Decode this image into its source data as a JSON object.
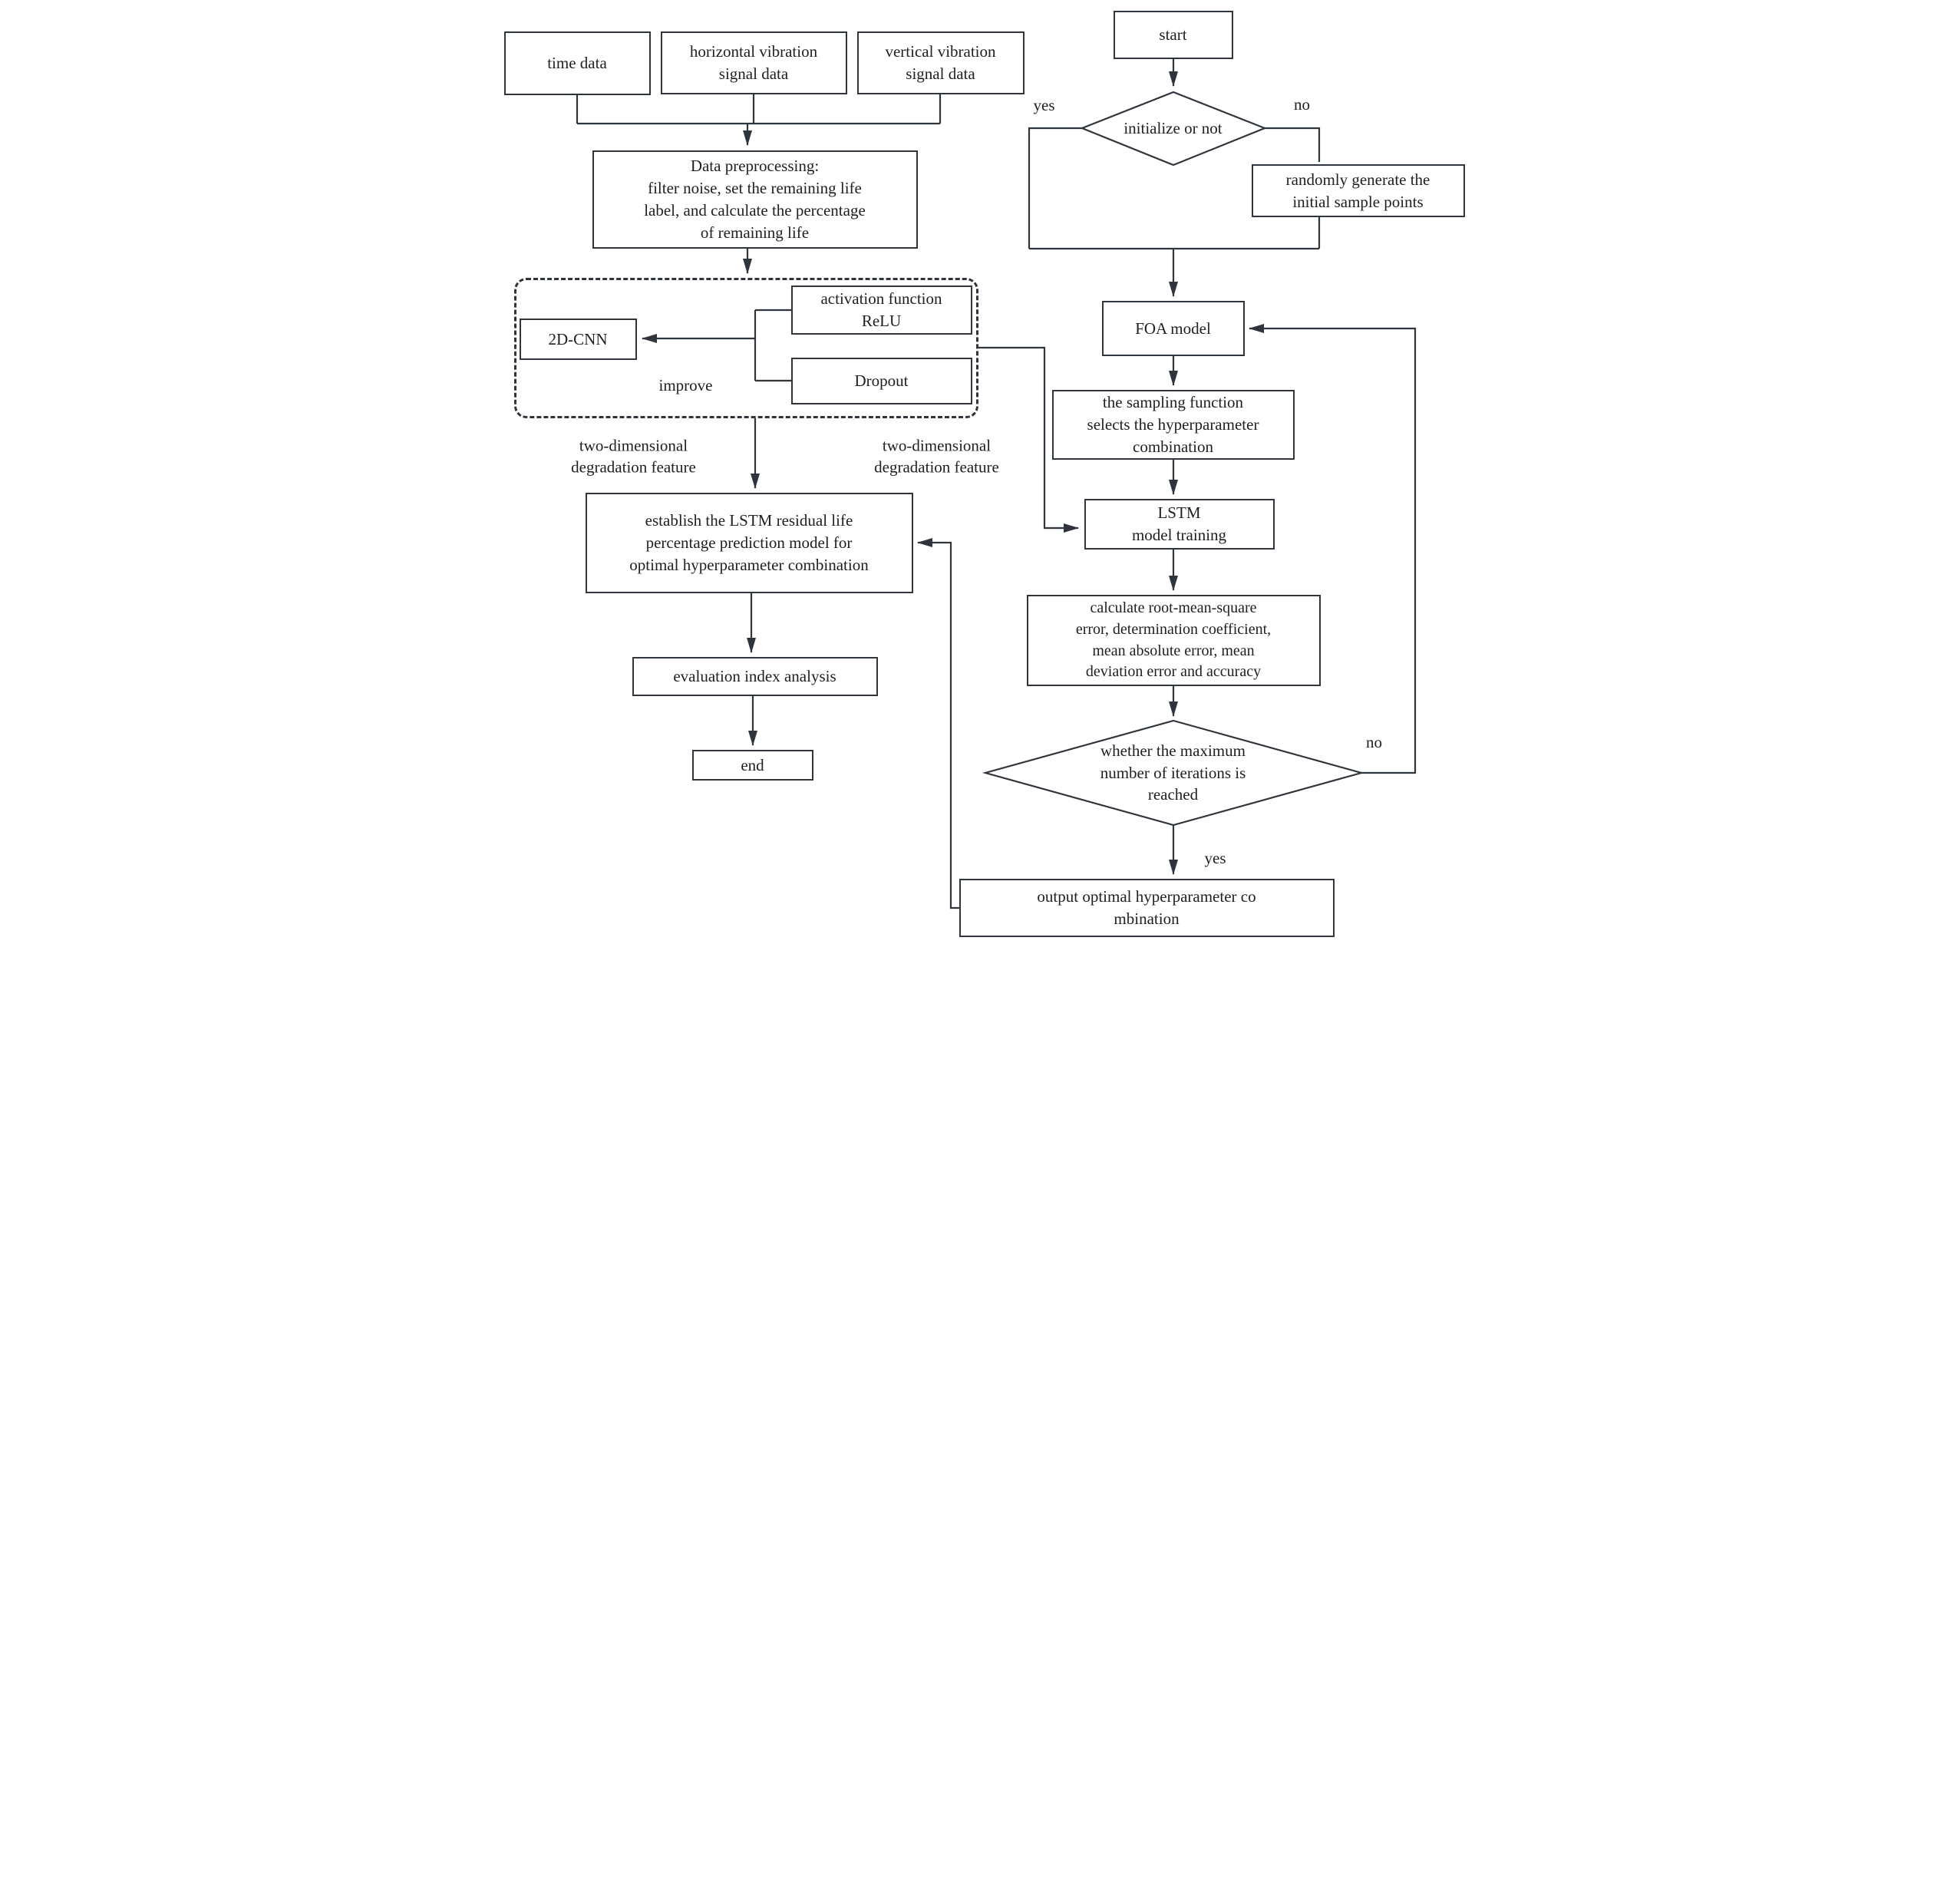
{
  "nodes": {
    "time_data": "time data",
    "horizontal_vibration": "horizontal vibration\nsignal data",
    "vertical_vibration": "vertical vibration\nsignal data",
    "data_preprocessing": "Data preprocessing:\nfilter noise, set the remaining life\nlabel, and calculate the percentage\nof remaining life",
    "cnn_2d": "2D-CNN",
    "activation_relu": "activation function\nReLU",
    "dropout": "Dropout",
    "establish_lstm": "establish the LSTM residual life\npercentage prediction model for\noptimal hyperparameter combination",
    "evaluation_index": "evaluation index analysis",
    "end": "end",
    "start": "start",
    "initialize_decision": "initialize or not",
    "randomly_generate": "randomly generate the\ninitial sample points",
    "foa_model": "FOA model",
    "sampling_function": "the sampling function\nselects the hyperparameter\ncombination",
    "lstm_training": "LSTM\nmodel training",
    "calculate_metrics": "calculate root-mean-square\nerror, determination coefficient,\nmean absolute error, mean\ndeviation error and accuracy",
    "iterations_decision": "whether the maximum\nnumber of iterations is\nreached",
    "output_optimal": "output optimal hyperparameter co\nmbination"
  },
  "labels": {
    "yes_init": "yes",
    "no_init": "no",
    "improve": "improve",
    "feature_left": "two-dimensional\ndegradation feature",
    "feature_right": "two-dimensional\ndegradation feature",
    "no_iterations": "no",
    "yes_iterations": "yes"
  },
  "colors": {
    "line": "#2f353d",
    "text": "#1f1f1f",
    "background": "#ffffff"
  }
}
